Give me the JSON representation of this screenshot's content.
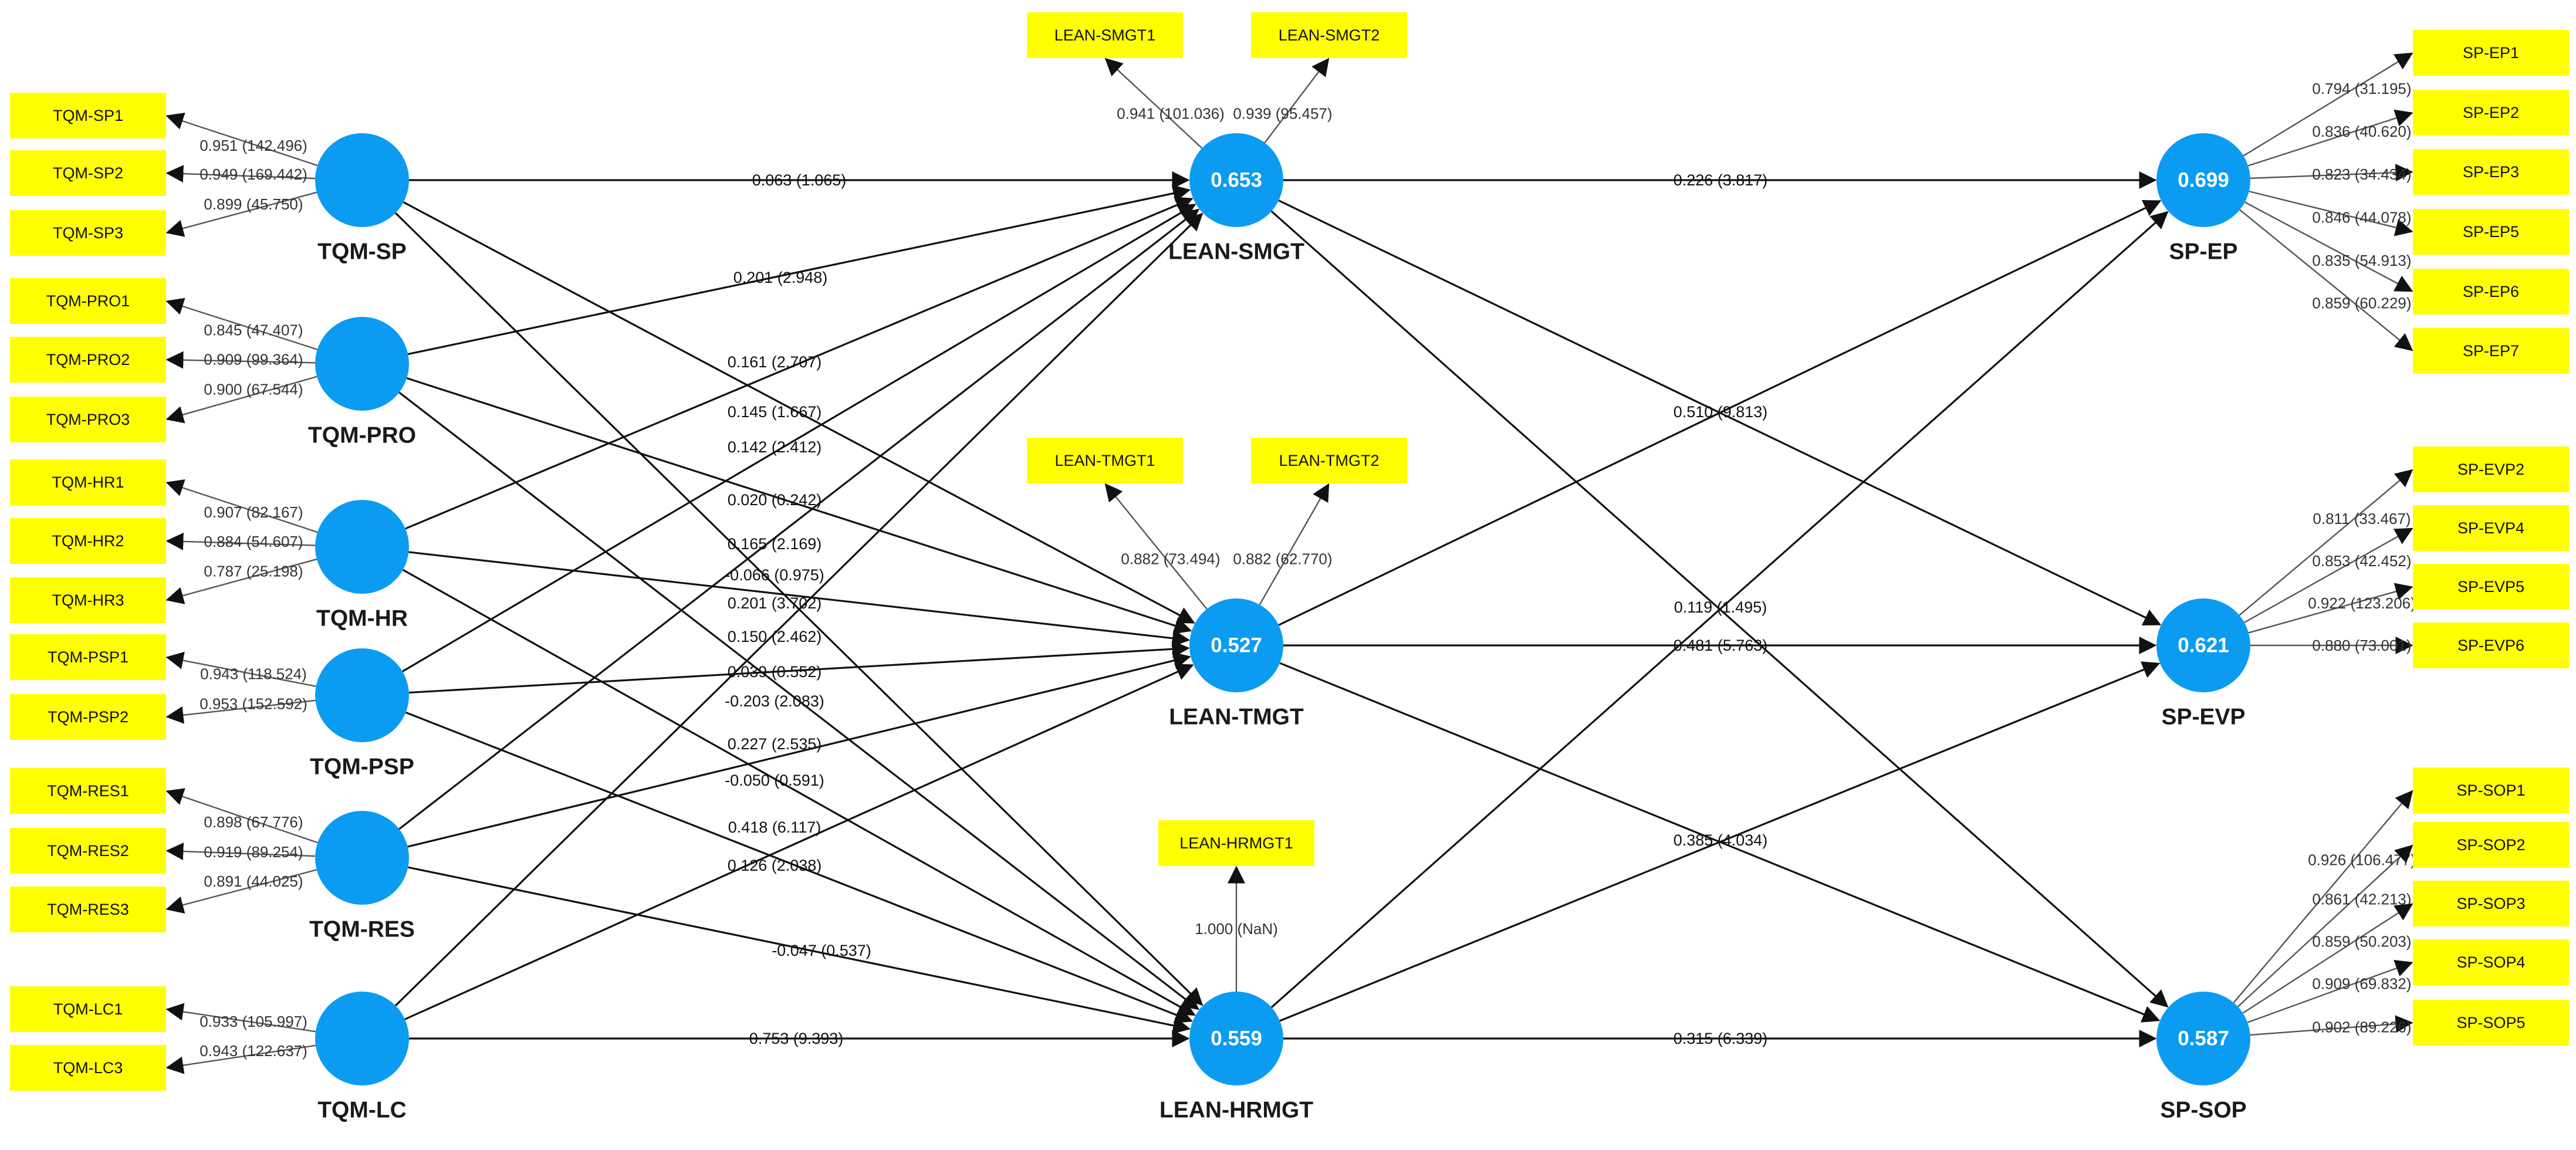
{
  "latents": [
    {
      "id": "TQM-SP",
      "value": ""
    },
    {
      "id": "TQM-PRO",
      "value": ""
    },
    {
      "id": "TQM-HR",
      "value": ""
    },
    {
      "id": "TQM-PSP",
      "value": ""
    },
    {
      "id": "TQM-RES",
      "value": ""
    },
    {
      "id": "TQM-LC",
      "value": ""
    },
    {
      "id": "LEAN-SMGT",
      "value": "0.653"
    },
    {
      "id": "LEAN-TMGT",
      "value": "0.527"
    },
    {
      "id": "LEAN-HRMGT",
      "value": "0.559"
    },
    {
      "id": "SP-EP",
      "value": "0.699"
    },
    {
      "id": "SP-EVP",
      "value": "0.621"
    },
    {
      "id": "SP-SOP",
      "value": "0.587"
    }
  ],
  "indicators": [
    {
      "name": "TQM-SP1",
      "latent": "TQM-SP",
      "loading": "0.951 (142.496)"
    },
    {
      "name": "TQM-SP2",
      "latent": "TQM-SP",
      "loading": "0.949 (169.442)"
    },
    {
      "name": "TQM-SP3",
      "latent": "TQM-SP",
      "loading": "0.899 (45.750)"
    },
    {
      "name": "TQM-PRO1",
      "latent": "TQM-PRO",
      "loading": "0.845 (47.407)"
    },
    {
      "name": "TQM-PRO2",
      "latent": "TQM-PRO",
      "loading": "0.909 (99.364)"
    },
    {
      "name": "TQM-PRO3",
      "latent": "TQM-PRO",
      "loading": "0.900 (67.544)"
    },
    {
      "name": "TQM-HR1",
      "latent": "TQM-HR",
      "loading": "0.907 (82.167)"
    },
    {
      "name": "TQM-HR2",
      "latent": "TQM-HR",
      "loading": "0.884 (54.607)"
    },
    {
      "name": "TQM-HR3",
      "latent": "TQM-HR",
      "loading": "0.787 (25.198)"
    },
    {
      "name": "TQM-PSP1",
      "latent": "TQM-PSP",
      "loading": "0.943 (118.524)"
    },
    {
      "name": "TQM-PSP2",
      "latent": "TQM-PSP",
      "loading": "0.953 (152.592)"
    },
    {
      "name": "TQM-RES1",
      "latent": "TQM-RES",
      "loading": "0.898 (67.776)"
    },
    {
      "name": "TQM-RES2",
      "latent": "TQM-RES",
      "loading": "0.919 (89.254)"
    },
    {
      "name": "TQM-RES3",
      "latent": "TQM-RES",
      "loading": "0.891 (44.025)"
    },
    {
      "name": "TQM-LC1",
      "latent": "TQM-LC",
      "loading": "0.933 (105.997)"
    },
    {
      "name": "TQM-LC3",
      "latent": "TQM-LC",
      "loading": "0.943 (122.637)"
    },
    {
      "name": "LEAN-SMGT1",
      "latent": "LEAN-SMGT",
      "loading": "0.941 (101.036)"
    },
    {
      "name": "LEAN-SMGT2",
      "latent": "LEAN-SMGT",
      "loading": "0.939 (95.457)"
    },
    {
      "name": "LEAN-TMGT1",
      "latent": "LEAN-TMGT",
      "loading": "0.882 (73.494)"
    },
    {
      "name": "LEAN-TMGT2",
      "latent": "LEAN-TMGT",
      "loading": "0.882 (62.770)"
    },
    {
      "name": "LEAN-HRMGT1",
      "latent": "LEAN-HRMGT",
      "loading": "1.000 (NaN)"
    },
    {
      "name": "SP-EP1",
      "latent": "SP-EP",
      "loading": "0.794 (31.195)"
    },
    {
      "name": "SP-EP2",
      "latent": "SP-EP",
      "loading": "0.836 (40.620)"
    },
    {
      "name": "SP-EP3",
      "latent": "SP-EP",
      "loading": "0.823 (34.434)"
    },
    {
      "name": "SP-EP5",
      "latent": "SP-EP",
      "loading": "0.846 (44.078)"
    },
    {
      "name": "SP-EP6",
      "latent": "SP-EP",
      "loading": "0.835 (54.913)"
    },
    {
      "name": "SP-EP7",
      "latent": "SP-EP",
      "loading": "0.859 (60.229)"
    },
    {
      "name": "SP-EVP2",
      "latent": "SP-EVP",
      "loading": "0.811 (33.467)"
    },
    {
      "name": "SP-EVP4",
      "latent": "SP-EVP",
      "loading": "0.853 (42.452)"
    },
    {
      "name": "SP-EVP5",
      "latent": "SP-EVP",
      "loading": "0.922 (123.206)"
    },
    {
      "name": "SP-EVP6",
      "latent": "SP-EVP",
      "loading": "0.880 (73.001)"
    },
    {
      "name": "SP-SOP1",
      "latent": "SP-SOP",
      "loading": "0.926 (106.477)"
    },
    {
      "name": "SP-SOP2",
      "latent": "SP-SOP",
      "loading": "0.861 (42.213)"
    },
    {
      "name": "SP-SOP3",
      "latent": "SP-SOP",
      "loading": "0.859 (50.203)"
    },
    {
      "name": "SP-SOP4",
      "latent": "SP-SOP",
      "loading": "0.909 (69.832)"
    },
    {
      "name": "SP-SOP5",
      "latent": "SP-SOP",
      "loading": "0.902 (89.226)"
    }
  ],
  "paths": [
    {
      "from": "TQM-SP",
      "to": "LEAN-SMGT",
      "label": "0.063 (1.065)"
    },
    {
      "from": "TQM-PRO",
      "to": "LEAN-SMGT",
      "label": "0.201 (2.948)"
    },
    {
      "from": "TQM-HR",
      "to": "LEAN-SMGT",
      "label": "0.161 (2.707)"
    },
    {
      "from": "TQM-SP",
      "to": "LEAN-TMGT",
      "label": "0.145 (1.667)"
    },
    {
      "from": "TQM-PSP",
      "to": "LEAN-SMGT",
      "label": "0.142 (2.412)"
    },
    {
      "from": "TQM-PRO",
      "to": "LEAN-TMGT",
      "label": "0.020 (0.242)"
    },
    {
      "from": "TQM-RES",
      "to": "LEAN-SMGT",
      "label": "0.165 (2.169)"
    },
    {
      "from": "TQM-SP",
      "to": "LEAN-HRMGT",
      "label": "-0.066 (0.975)"
    },
    {
      "from": "TQM-HR",
      "to": "LEAN-TMGT",
      "label": "0.201 (3.702)"
    },
    {
      "from": "TQM-LC",
      "to": "LEAN-SMGT",
      "label": "0.150 (2.462)"
    },
    {
      "from": "TQM-PSP",
      "to": "LEAN-TMGT",
      "label": "0.039 (0.552)"
    },
    {
      "from": "TQM-PRO",
      "to": "LEAN-HRMGT",
      "label": "-0.203 (2.083)"
    },
    {
      "from": "TQM-RES",
      "to": "LEAN-TMGT",
      "label": "0.227 (2.535)"
    },
    {
      "from": "TQM-HR",
      "to": "LEAN-HRMGT",
      "label": "-0.050 (0.591)"
    },
    {
      "from": "TQM-PSP",
      "to": "LEAN-HRMGT",
      "label": "0.418 (6.117)"
    },
    {
      "from": "TQM-LC",
      "to": "LEAN-TMGT",
      "label": "0.126 (2.038)"
    },
    {
      "from": "TQM-RES",
      "to": "LEAN-HRMGT",
      "label": "-0.047 (0.537)"
    },
    {
      "from": "TQM-LC",
      "to": "LEAN-HRMGT",
      "label": "0.753 (9.393)"
    },
    {
      "from": "LEAN-SMGT",
      "to": "SP-EP",
      "label": "0.226 (3.817)"
    },
    {
      "from": "LEAN-TMGT",
      "to": "SP-EP",
      "label": "0.510 (9.813)"
    },
    {
      "from": "LEAN-SMGT",
      "to": "SP-EVP",
      "label": "0.119 (1.495)"
    },
    {
      "from": "LEAN-TMGT",
      "to": "SP-EVP",
      "label": "0.481 (5.763)"
    },
    {
      "from": "LEAN-SMGT",
      "to": "SP-SOP",
      "label": ""
    },
    {
      "from": "LEAN-TMGT",
      "to": "SP-SOP",
      "label": "0.385 (4.034)"
    },
    {
      "from": "LEAN-HRMGT",
      "to": "SP-EP",
      "label": ""
    },
    {
      "from": "LEAN-HRMGT",
      "to": "SP-EVP",
      "label": ""
    },
    {
      "from": "LEAN-HRMGT",
      "to": "SP-SOP",
      "label": "0.315 (6.339)"
    }
  ],
  "colors": {
    "latent_fill": "#0b9cf2",
    "indicator_fill": "#ffff00",
    "arrow": "#111111"
  }
}
